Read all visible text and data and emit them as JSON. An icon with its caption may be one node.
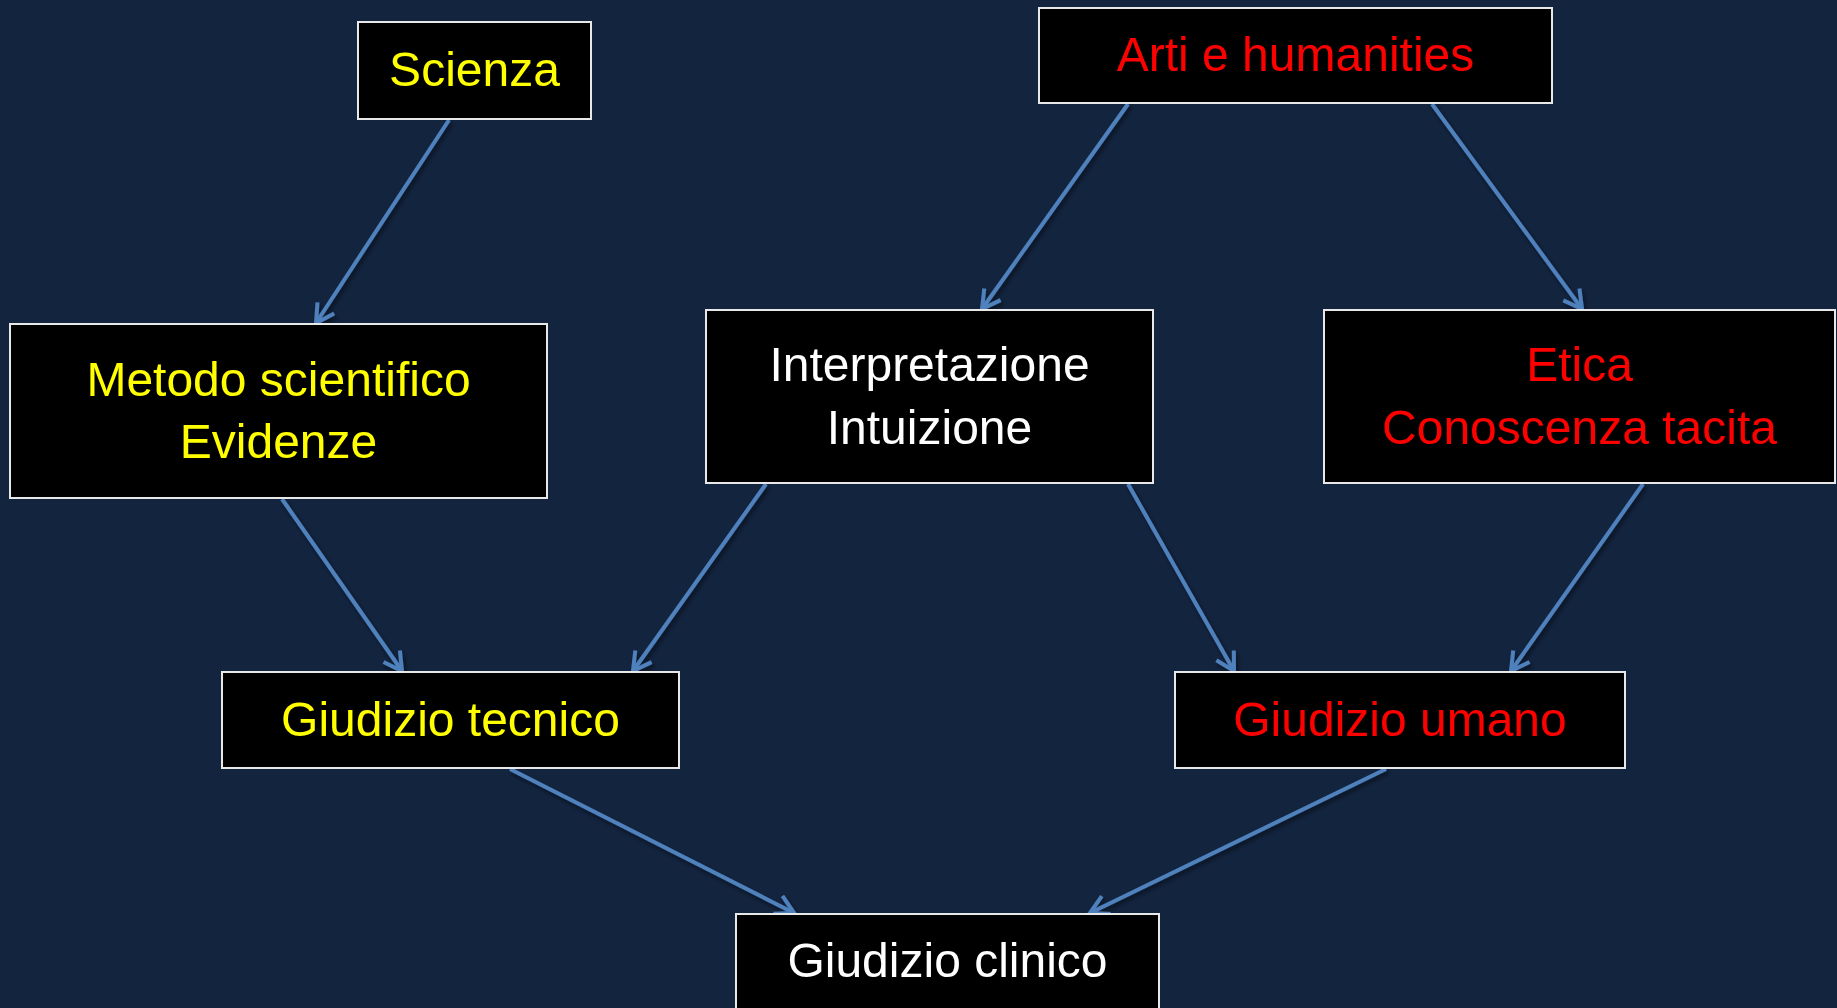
{
  "diagram": {
    "nodes": [
      {
        "text": [
          "Scienza"
        ]
      },
      {
        "text": [
          "Arti e humanities"
        ]
      },
      {
        "text": [
          "Metodo scientifico",
          "Evidenze"
        ]
      },
      {
        "text": [
          "Interpretazione",
          "Intuizione"
        ]
      },
      {
        "text": [
          "Etica",
          "Conoscenza tacita"
        ]
      },
      {
        "text": [
          "Giudizio tecnico"
        ]
      },
      {
        "text": [
          "Giudizio umano"
        ]
      },
      {
        "text": [
          "Giudizio clinico"
        ]
      }
    ],
    "edges": [
      {
        "from": 0,
        "to": 2,
        "arrow": "to"
      },
      {
        "from": 1,
        "to": 3,
        "arrow": "to"
      },
      {
        "from": 1,
        "to": 4,
        "arrow": "to"
      },
      {
        "from": 2,
        "to": 3,
        "arrow": "both"
      },
      {
        "from": 3,
        "to": 4,
        "arrow": "both"
      },
      {
        "from": 2,
        "to": 5,
        "arrow": "to"
      },
      {
        "from": 3,
        "to": 5,
        "arrow": "to"
      },
      {
        "from": 3,
        "to": 6,
        "arrow": "to"
      },
      {
        "from": 4,
        "to": 6,
        "arrow": "to"
      },
      {
        "from": 5,
        "to": 7,
        "arrow": "to"
      },
      {
        "from": 6,
        "to": 7,
        "arrow": "to"
      }
    ]
  }
}
